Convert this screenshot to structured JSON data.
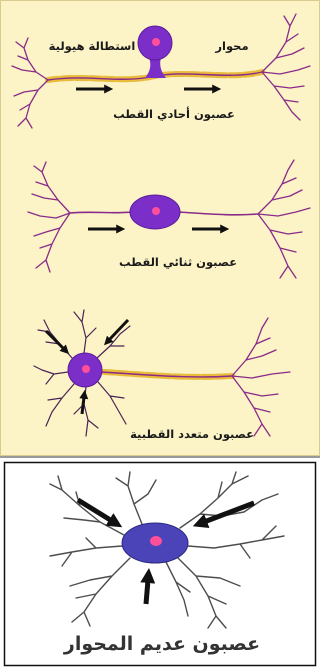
{
  "labels": {
    "unipolar": {
      "title": "عصبون أحادي القطب",
      "cytoplasmic_extension": "استطالة هيولية",
      "axon": "محوار"
    },
    "bipolar": {
      "title": "عصبون ثنائي القطب"
    },
    "multipolar": {
      "title": "عصبون متعدد القطبية"
    },
    "anaxonic": {
      "title": "عصبون عديم المحوار"
    }
  },
  "colors": {
    "panel_background": "#fcf4c6",
    "cell_body": "#7b2fc8",
    "nucleus": "#ff4f9a",
    "process": "#8a2a8a",
    "multipolar_dendrite": "#4a2456",
    "myelin": "#e9bb3a",
    "arrow": "#111111",
    "anaxonic_body": "#4b44b8",
    "anaxonic_dendrite": "#4d4d4d",
    "label_text": "#1a1a1a",
    "anaxonic_label_text": "#333333"
  }
}
